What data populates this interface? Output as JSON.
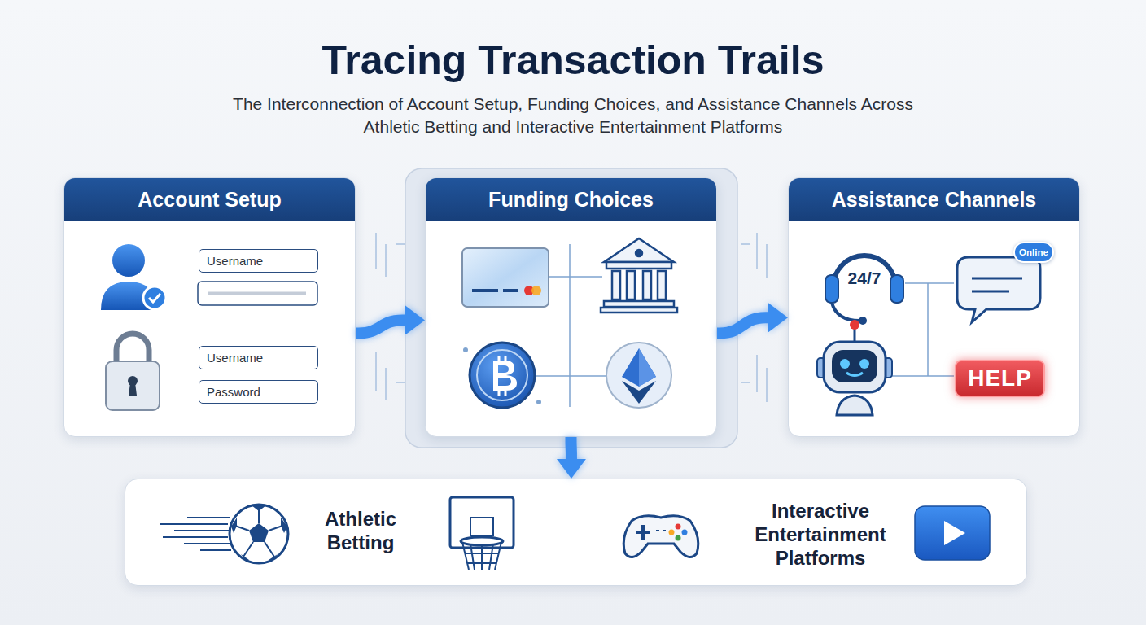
{
  "diagram": {
    "title": "Tracing Transaction Trails",
    "caption": "The Interconnection of Account Setup, Funding Choices, and Assistance Channels Across Athletic Betting and Interactive Entertainment Platforms",
    "nodes": [
      {
        "text": [
          "Account Setup"
        ]
      },
      {
        "text": [
          "Username"
        ],
        "in": 0
      },
      {
        "text": [
          "Username"
        ],
        "in": 0
      },
      {
        "text": [
          "Password"
        ],
        "in": 0
      },
      {
        "text": [
          "Funding Choices"
        ]
      },
      {
        "text": [
          "Assistance Channels"
        ]
      },
      {
        "text": [
          "Online"
        ],
        "in": 5
      },
      {
        "text": [
          "HELP"
        ],
        "in": 5
      },
      {
        "text": [
          "Athletic Betting",
          "Interactive Entertainment Platforms"
        ]
      }
    ],
    "edges": [
      {
        "from": 0,
        "to": 4,
        "arrow": "to"
      },
      {
        "from": 4,
        "to": 5,
        "arrow": "to"
      },
      {
        "from": 4,
        "to": 8,
        "arrow": "to"
      }
    ],
    "labels": [
      "24/7"
    ]
  }
}
